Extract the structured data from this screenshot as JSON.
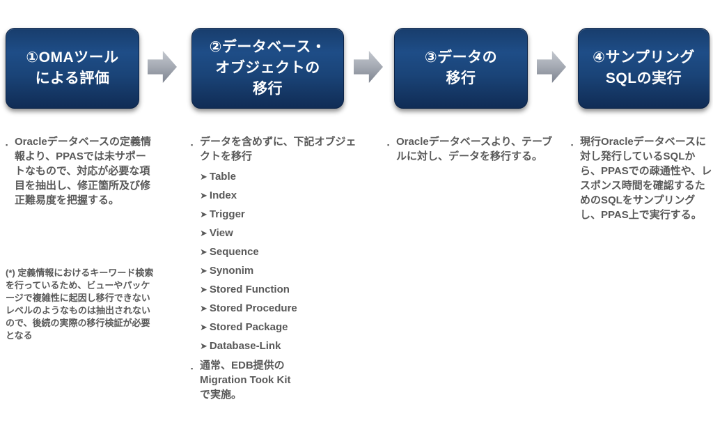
{
  "markers": {
    "bullet": "▪",
    "arrow": "➤"
  },
  "colors": {
    "box_gradient_top": "#1e4d87",
    "box_gradient_bottom": "#102c55",
    "box_border": "#0b2347",
    "arrow_gradient_top": "#c3c7ce",
    "arrow_gradient_bottom": "#7e8490",
    "note_text": "#595959",
    "title_text": "#ffffff"
  },
  "steps": [
    {
      "title": "①OMAツール\nによる評価"
    },
    {
      "title": "②データベース・\nオブジェクトの\n移行"
    },
    {
      "title": "③データの\n移行"
    },
    {
      "title": "④サンプリング\nSQLの実行"
    }
  ],
  "col1": {
    "p1": "Oracleデータベースの定義情報より、PPASでは未サポートなもので、対応が必要な項目を抽出し、修正箇所及び修正難易度を把握する。",
    "footnote": "(*) 定義情報におけるキーワード検索を行っているため、ビューやパッケージで複雑性に起因し移行できないレベルのようなものは抽出されないので、後続の実際の移行検証が必要となる"
  },
  "col2": {
    "p1": "データを含めずに、下記オブジェクトを移行",
    "objects": [
      "Table",
      "Index",
      "Trigger",
      "View",
      "Sequence",
      "Synonim",
      "Stored Function",
      "Stored Procedure",
      "Stored Package",
      "Database-Link"
    ],
    "p2": "通常、EDB提供の\nMigration Took Kit\nで実施。"
  },
  "col3": {
    "p1": "Oracleデータベースより、テーブルに対し、データを移行する。"
  },
  "col4": {
    "p1": "現行Oracleデータベースに対し発行しているSQLから、PPASでの疎通性や、レスポンス時間を確認するためのSQLをサンプリングし、PPAS上で実行する。"
  }
}
